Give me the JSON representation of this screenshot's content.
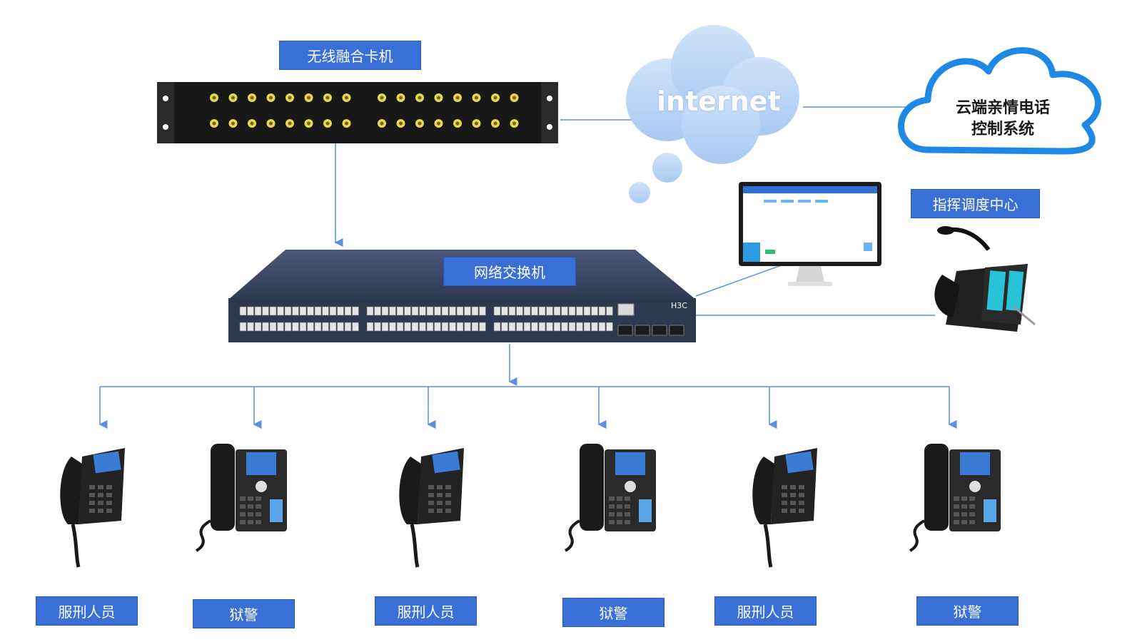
{
  "labels": {
    "wireless_card": "无线融合卡机",
    "switch": "网络交换机",
    "dispatch_center": "指挥调度中心",
    "internet": "internet",
    "cloud_line1": "云端亲情电话",
    "cloud_line2": "控制系统"
  },
  "endpoints": [
    {
      "label": "服刑人员"
    },
    {
      "label": "狱警"
    },
    {
      "label": "服刑人员"
    },
    {
      "label": "狱警"
    },
    {
      "label": "服刑人员"
    },
    {
      "label": "狱警"
    }
  ],
  "colors": {
    "label_bg": "#3a6fd8",
    "connector": "#5b8fe0",
    "cloud_fill": "#bcd7f5",
    "cloud_outline": "#1e88e5",
    "device_dark": "#1c1c1c",
    "switch_body": "#3b4660"
  }
}
